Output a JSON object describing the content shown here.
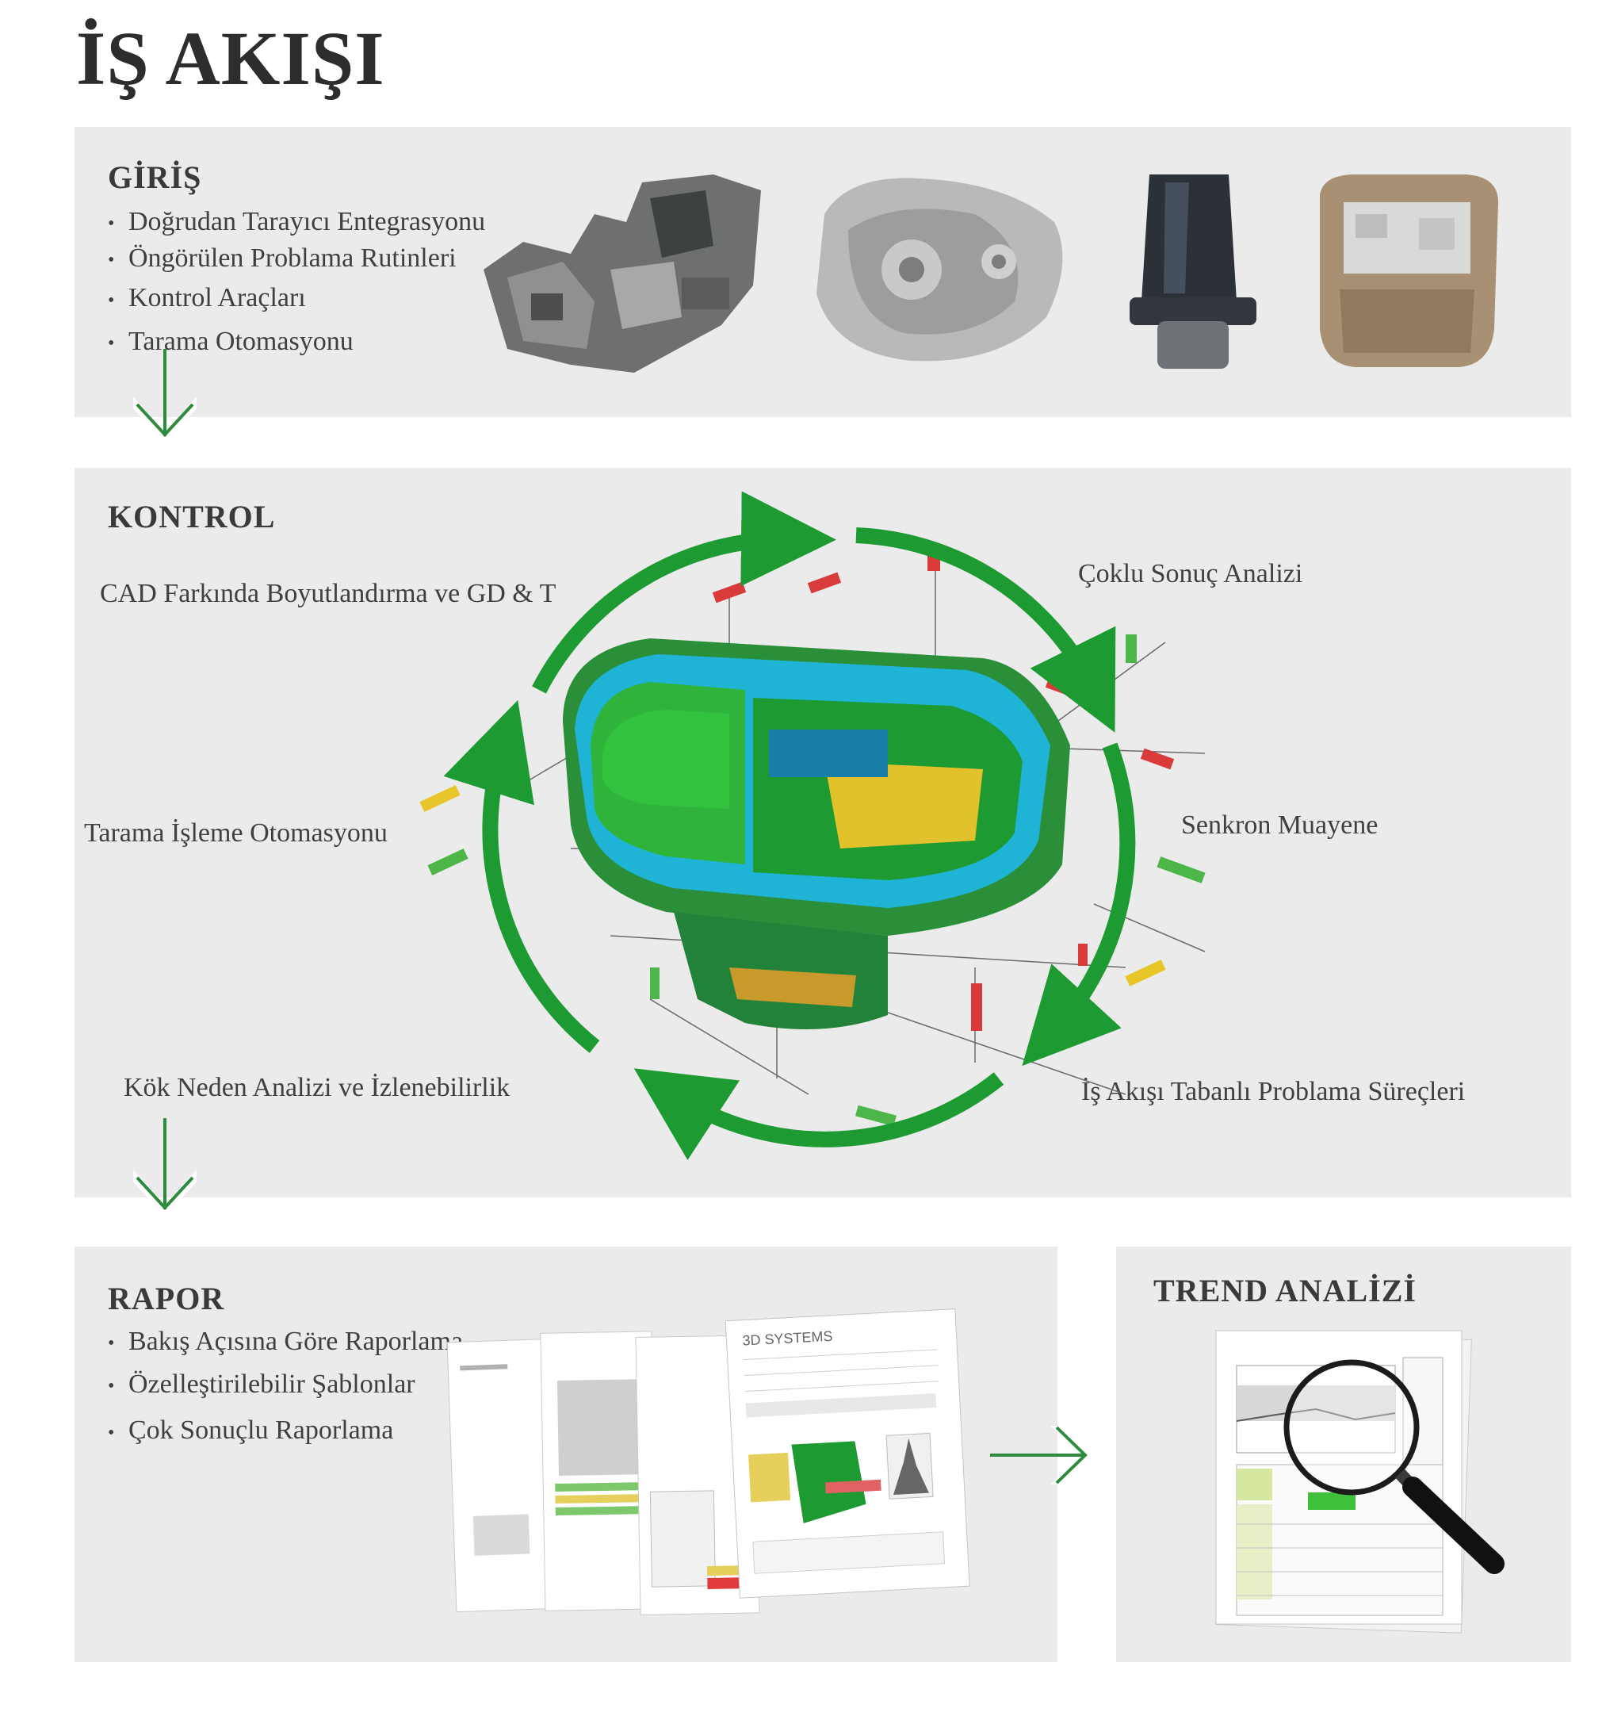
{
  "title": "İŞ AKIŞI",
  "giris": {
    "title": "GİRİŞ",
    "items": [
      "Doğrudan Tarayıcı Entegrasyonu",
      "Öngörülen Problama Rutinleri",
      "Kontrol Araçları",
      "Tarama Otomasyonu"
    ]
  },
  "kontrol": {
    "title": "KONTROL",
    "labels": {
      "cad": "CAD Farkında Boyutlandırma ve GD & T",
      "coklu": "Çoklu Sonuç Analizi",
      "tarama": "Tarama İşleme Otomasyonu",
      "senkron": "Senkron Muayene",
      "kok": "Kök Neden Analizi ve İzlenebilirlik",
      "isakisi": "İş Akışı Tabanlı Problama Süreçleri"
    }
  },
  "rapor": {
    "title": "RAPOR",
    "items": [
      "Bakış Açısına Göre Raporlama",
      "Özelleştirilebilir Şablonlar",
      "Çok Sonuçlu Raporlama"
    ],
    "doc_brand": "3D SYSTEMS"
  },
  "trend": {
    "title": "TREND ANALİZİ"
  },
  "colors": {
    "panel": "#ebebeb",
    "arrow_green": "#2e8b3e",
    "cycle_green": "#1e9a32"
  }
}
